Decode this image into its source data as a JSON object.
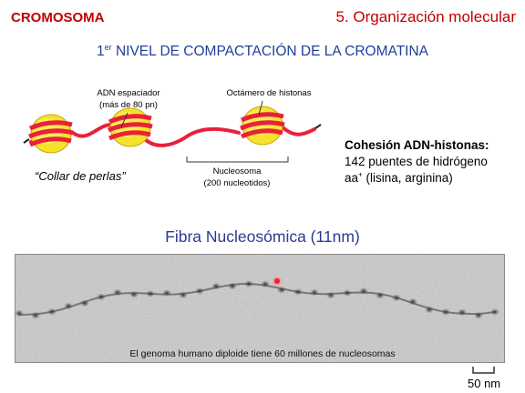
{
  "header": {
    "label": "CROMOSOMA",
    "heading": "5. Organización molecular"
  },
  "subtitle": {
    "number": "1",
    "superscript": "er",
    "text": "NIVEL DE COMPACTACIÓN DE LA CROMATINA"
  },
  "diagram": {
    "spacer_dna_line1": "ADN espaciador",
    "spacer_dna_line2": "(más de 80 pn)",
    "octamer_label": "Octámero de histonas",
    "nucleosome_line1": "Nucleosoma",
    "nucleosome_line2": "(200 nucleotidos)",
    "beads_caption": "“Collar de perlas”",
    "colors": {
      "dna": "#e8213b",
      "histone": "#f5e22e",
      "histone_edge": "#c8a800"
    }
  },
  "cohesion": {
    "title": "Cohesión ADN-histonas:",
    "line1": "142 puentes de hidrógeno",
    "line2_prefix": "aa",
    "line2_sup": "+",
    "line2_suffix": " (lisina, arginina)"
  },
  "fiber": {
    "title": "Fibra Nucleosómica (11nm)",
    "caption": "El genoma humano diploide tiene 60 millones de nucleosomas",
    "scale_label": "50 nm"
  }
}
